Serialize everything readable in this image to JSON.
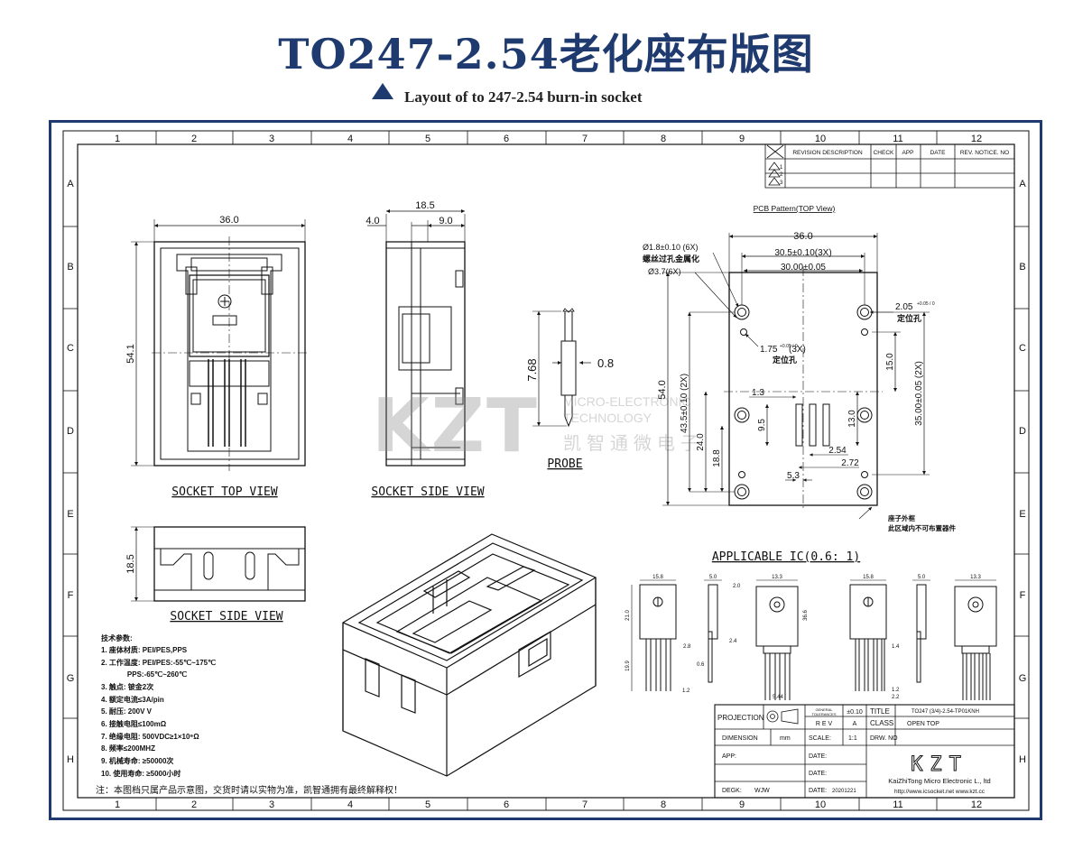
{
  "header": {
    "title": "TO247-2.54老化座布版图",
    "subtitle": "Layout of to 247-2.54 burn-in socket"
  },
  "grid": {
    "cols": [
      "1",
      "2",
      "3",
      "4",
      "5",
      "6",
      "7",
      "8",
      "9",
      "10",
      "11",
      "12"
    ],
    "rows": [
      "A",
      "B",
      "C",
      "D",
      "E",
      "F",
      "G",
      "H"
    ]
  },
  "revision_table": {
    "headers": [
      "REVISION DESCRIPTION",
      "CHECK",
      "APP",
      "DATE",
      "REV. NOTICE. NO"
    ],
    "rows": [
      "1",
      "2",
      "3"
    ]
  },
  "views": {
    "top_view": {
      "label": "SOCKET TOP VIEW",
      "width": "36.0",
      "height": "54.1"
    },
    "side_view": {
      "label": "SOCKET SIDE VIEW",
      "d1": "18.5",
      "d2": "4.0",
      "d3": "9.0"
    },
    "side_view2": {
      "label": "SOCKET SIDE VIEW",
      "h": "18.5"
    },
    "probe": {
      "label": "PROBE",
      "len": "7.68",
      "dia": "0.8"
    }
  },
  "pcb": {
    "title": "PCB Pattern(TOP View)",
    "dims": [
      "36.0",
      "30.5±0.10(3X)",
      "30.00±0.05",
      "54.0",
      "43.5±0.10 (2X)",
      "35.00±0.05 (2X)",
      "15.0",
      "13.0",
      "24.0",
      "18.8",
      "9.5",
      "1.3",
      "2.54",
      "2.72",
      "5.3"
    ],
    "hole1": "Ø1.8±0.10 (6X)",
    "hole1_cn": "螺丝过孔金属化",
    "hole2": "Ø3.7(6X)",
    "loc1": "2.05",
    "loc1_tol": "+0.05 / 0",
    "loc1_cn": "定位孔",
    "loc2": "1.75",
    "loc2_tol": "+0.05 / 0",
    "loc2_count": "(3X)",
    "loc2_cn": "定位孔",
    "outline_cn1": "座子外框",
    "outline_cn2": "此区域内不可布置器件"
  },
  "applicable": {
    "title": "APPLICABLE IC(0.6: 1)",
    "dims": [
      "15.8",
      "5.0",
      "2.0",
      "13.3",
      "21.0",
      "36.6",
      "2.4",
      "19.9",
      "2.8",
      "0.6",
      "1.2",
      "5.44",
      "1.4",
      "1.2",
      "2.2"
    ]
  },
  "watermark": {
    "logo": "KZT",
    "en1": "MICRO-ELECTRONIC",
    "en2": "TECHNOLOGY",
    "cn": "凯智通微电子"
  },
  "specs": {
    "heading": "技术参数:",
    "items": [
      "1. 座体材质: PEI/PES,PPS",
      "2. 工作温度: PEI/PES:-55℃~175℃",
      "             PPS:-65℃~260℃",
      "3. 触点: 铍金2次",
      "4. 额定电流≤3A/pin",
      "5. 耐压: 200V V",
      "6. 接触电阻≤100mΩ",
      "7. 绝缘电阻: 500VDC≥1×10⁹Ω",
      "8. 频率≤200MHZ",
      "9. 机械寿命: ≥50000次",
      "10. 使用寿命: ≥5000小时"
    ],
    "note": "注：本图档只属产品示意图，交货时请以实物为准，凯智通拥有最终解释权！"
  },
  "title_block": {
    "projection": "PROJECTION",
    "general": "GENERAL",
    "tolerances": "TOLERANCES",
    "tol": "±0.10",
    "title_lbl": "TITLE",
    "title_val": "TO247 (3/4)-2.54-TP01KNH",
    "rev_lbl": "R E V",
    "rev_val": "A",
    "class_lbl": "CLASS",
    "class_val": "OPEN TOP",
    "dim_lbl": "DIMENSION",
    "dim_val": "mm",
    "scale_lbl": "SCALE:",
    "scale_val": "1:1",
    "drw_lbl": "DRW. NO",
    "app_lbl": "APP:",
    "date_lbl": "DATE:",
    "degk_lbl": "DEGK:",
    "degk_val": "WJW",
    "date3_val": "20201221",
    "logo": "KZT",
    "company": "KaiZhiTong Micro Electronic L., ltd",
    "url": "http://www.icsocket.net  www.kzt.cc"
  }
}
